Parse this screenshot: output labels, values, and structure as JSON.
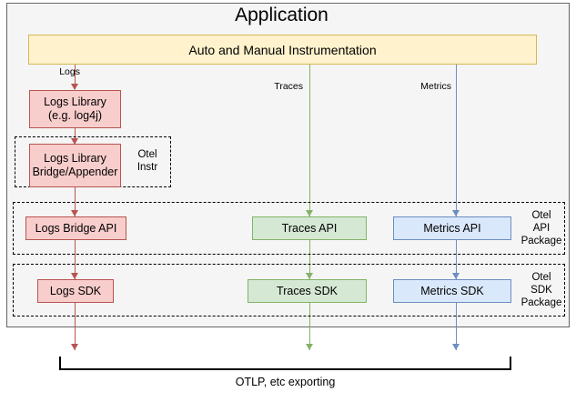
{
  "diagram": {
    "title": "Application",
    "instrumentation_bar": "Auto and Manual Instrumentation",
    "export_label": "OTLP, etc exporting",
    "colors": {
      "logs_fill": "#f8cecc",
      "logs_stroke": "#b85450",
      "traces_fill": "#d5e8d4",
      "traces_stroke": "#82b366",
      "metrics_fill": "#dae8fc",
      "metrics_stroke": "#6c8ebf",
      "instrumentation_fill": "#fff2cc",
      "instrumentation_stroke": "#d6b656",
      "app_fill": "#f5f5f5",
      "app_stroke": "#666666"
    },
    "flow_labels": {
      "logs": "Logs",
      "traces": "Traces",
      "metrics": "Metrics"
    },
    "groups": {
      "otel_instr": "Otel\nInstr",
      "otel_instr_line1": "Otel",
      "otel_instr_line2": "Instr",
      "otel_api_line1": "Otel",
      "otel_api_line2": "API",
      "otel_api_line3": "Package",
      "otel_sdk_line1": "Otel",
      "otel_sdk_line2": "SDK",
      "otel_sdk_line3": "Package"
    },
    "nodes": {
      "logs_library_line1": "Logs Library",
      "logs_library_line2": "(e.g. log4j)",
      "logs_bridge_line1": "Logs Library",
      "logs_bridge_line2": "Bridge/Appender",
      "logs_bridge_api": "Logs Bridge API",
      "traces_api": "Traces API",
      "metrics_api": "Metrics API",
      "logs_sdk": "Logs SDK",
      "traces_sdk": "Traces SDK",
      "metrics_sdk": "Metrics SDK"
    }
  }
}
